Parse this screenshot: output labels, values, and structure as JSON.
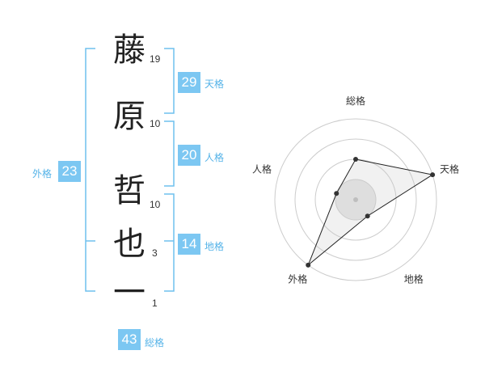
{
  "name": {
    "characters": [
      {
        "char": "藤",
        "strokes": "19"
      },
      {
        "char": "原",
        "strokes": "10"
      },
      {
        "char": "哲",
        "strokes": "10"
      },
      {
        "char": "也",
        "strokes": "3"
      },
      {
        "char": "一",
        "strokes": "1"
      }
    ]
  },
  "fortunes": {
    "tenkaku": {
      "value": "29",
      "label": "天格"
    },
    "jinkaku": {
      "value": "20",
      "label": "人格"
    },
    "chikaku": {
      "value": "14",
      "label": "地格"
    },
    "gaikaku": {
      "value": "23",
      "label": "外格"
    },
    "soukaku": {
      "value": "43",
      "label": "総格"
    }
  },
  "colors": {
    "accent": "#7cc7f2",
    "bracket": "#6fc0ee",
    "accent_text": "#55b3e8"
  },
  "chart_data": {
    "type": "radar",
    "axes": [
      "総格",
      "天格",
      "地格",
      "外格",
      "人格"
    ],
    "rings": 4,
    "values": [
      2,
      4,
      1,
      4,
      1
    ],
    "max": 4
  }
}
